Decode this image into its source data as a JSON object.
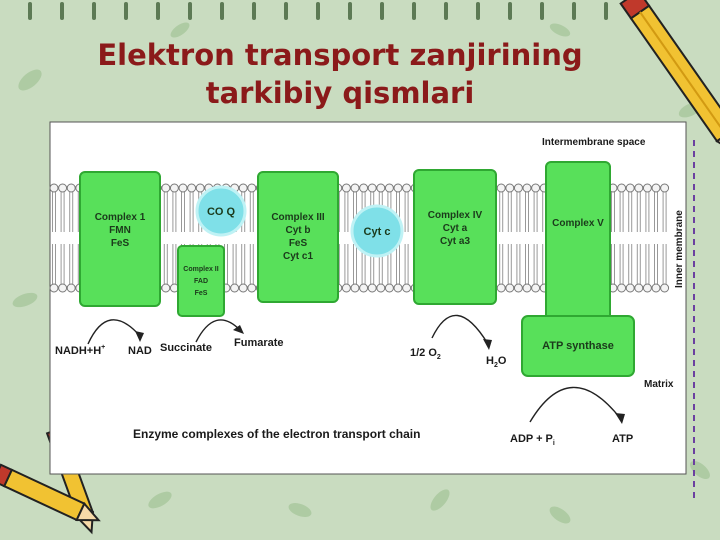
{
  "title": {
    "line1": "Elektron transport zanjirining",
    "line2": "tarkibiy qismlari"
  },
  "labels": {
    "intermembrane": "Intermembrane space",
    "inner_membrane": "Inner membrane",
    "matrix": "Matrix",
    "caption": "Enzyme complexes of the electron transport chain"
  },
  "complexes": {
    "c1": [
      "Complex 1",
      "FMN",
      "FeS"
    ],
    "c2": [
      "Complex II",
      "FAD",
      "FeS"
    ],
    "c3": [
      "Complex III",
      "Cyt b",
      "FeS",
      "Cyt c1"
    ],
    "c4": [
      "Complex IV",
      "Cyt a",
      "Cyt a3"
    ],
    "c5": [
      "Complex V"
    ],
    "atp_synthase": "ATP synthase"
  },
  "carriers": {
    "coq": "CO Q",
    "cytc": "Cyt c"
  },
  "reactions": {
    "nadh": "NADH+H",
    "nadh_sup": "+",
    "nad": "NAD",
    "succinate": "Succinate",
    "fumarate": "Fumarate",
    "o2": "1/2 O",
    "o2_sub": "2",
    "h2o_h": "H",
    "h2o_sub": "2",
    "h2o_o": "O",
    "adp": "ADP + P",
    "adp_sub": "i",
    "atp": "ATP"
  },
  "colors": {
    "title": "#8b1a1a",
    "complex_fill": "#58e05a",
    "complex_edge": "#2fa832",
    "carrier_fill": "#7fe0e8",
    "background": "#c9dcc0"
  }
}
